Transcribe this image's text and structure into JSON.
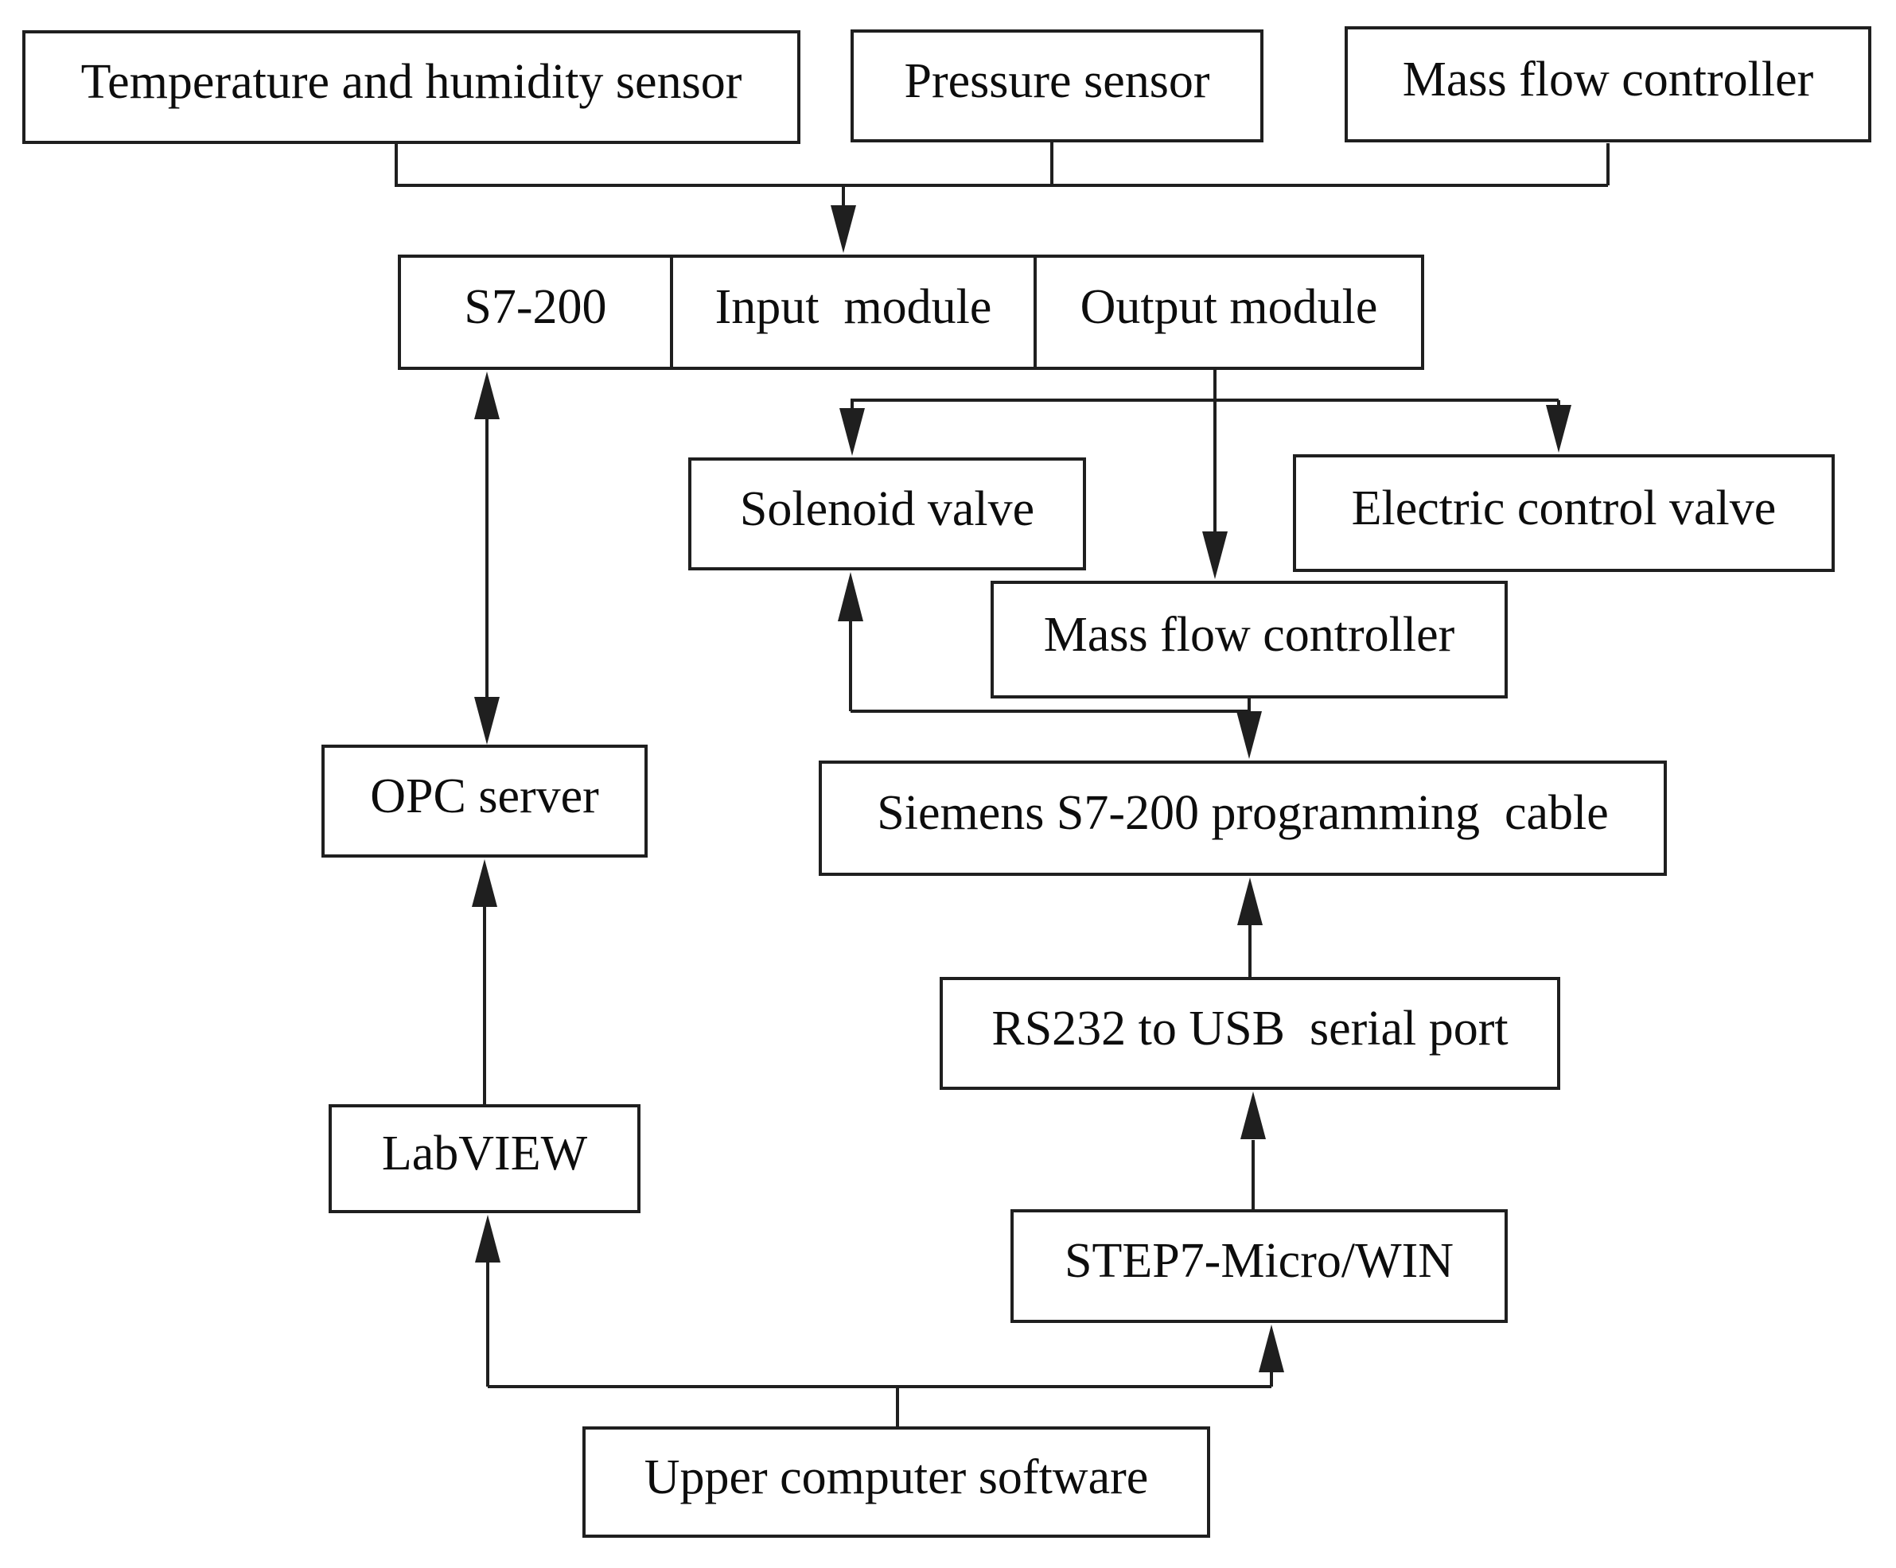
{
  "diagram": {
    "kind": "flowchart",
    "background_color": "#ffffff",
    "line_color": "#1f1f1f",
    "text_color": "#0d0d0d",
    "nodes": {
      "temp_humidity_sensor": {
        "label": "Temperature and humidity sensor"
      },
      "pressure_sensor": {
        "label": "Pressure sensor"
      },
      "mass_flow_controller_top": {
        "label": "Mass flow controller"
      },
      "plc_s7_200": {
        "label": "S7-200"
      },
      "input_module": {
        "label": "Input  module"
      },
      "output_module": {
        "label": "Output module"
      },
      "solenoid_valve": {
        "label": "Solenoid valve"
      },
      "electric_control_valve": {
        "label": "Electric control valve"
      },
      "mass_flow_controller_mid": {
        "label": "Mass flow controller"
      },
      "siemens_programming_cable": {
        "label": "Siemens S7-200 programming  cable"
      },
      "opc_server": {
        "label": "OPC server"
      },
      "rs232_to_usb": {
        "label": "RS232 to USB  serial port"
      },
      "labview": {
        "label": "LabVIEW"
      },
      "step7_micro_win": {
        "label": "STEP7-Micro/WIN"
      },
      "upper_computer_software": {
        "label": "Upper computer software"
      }
    },
    "edges": [
      {
        "from": "temp_humidity_sensor",
        "to": "input_module",
        "arrow": "to"
      },
      {
        "from": "pressure_sensor",
        "to": "input_module",
        "arrow": "to"
      },
      {
        "from": "mass_flow_controller_top",
        "to": "input_module",
        "arrow": "to"
      },
      {
        "from": "plc_s7_200",
        "to": "opc_server",
        "arrow": "both"
      },
      {
        "from": "output_module",
        "to": "solenoid_valve",
        "arrow": "to"
      },
      {
        "from": "output_module",
        "to": "mass_flow_controller_mid",
        "arrow": "to"
      },
      {
        "from": "output_module",
        "to": "electric_control_valve",
        "arrow": "to"
      },
      {
        "from": "mass_flow_controller_mid",
        "to": "solenoid_valve",
        "arrow": "to"
      },
      {
        "from": "mass_flow_controller_mid",
        "to": "siemens_programming_cable",
        "arrow": "to"
      },
      {
        "from": "rs232_to_usb",
        "to": "siemens_programming_cable",
        "arrow": "to"
      },
      {
        "from": "step7_micro_win",
        "to": "rs232_to_usb",
        "arrow": "to"
      },
      {
        "from": "labview",
        "to": "opc_server",
        "arrow": "to"
      },
      {
        "from": "upper_computer_software",
        "to": "labview",
        "arrow": "to"
      },
      {
        "from": "upper_computer_software",
        "to": "step7_micro_win",
        "arrow": "to"
      }
    ]
  }
}
